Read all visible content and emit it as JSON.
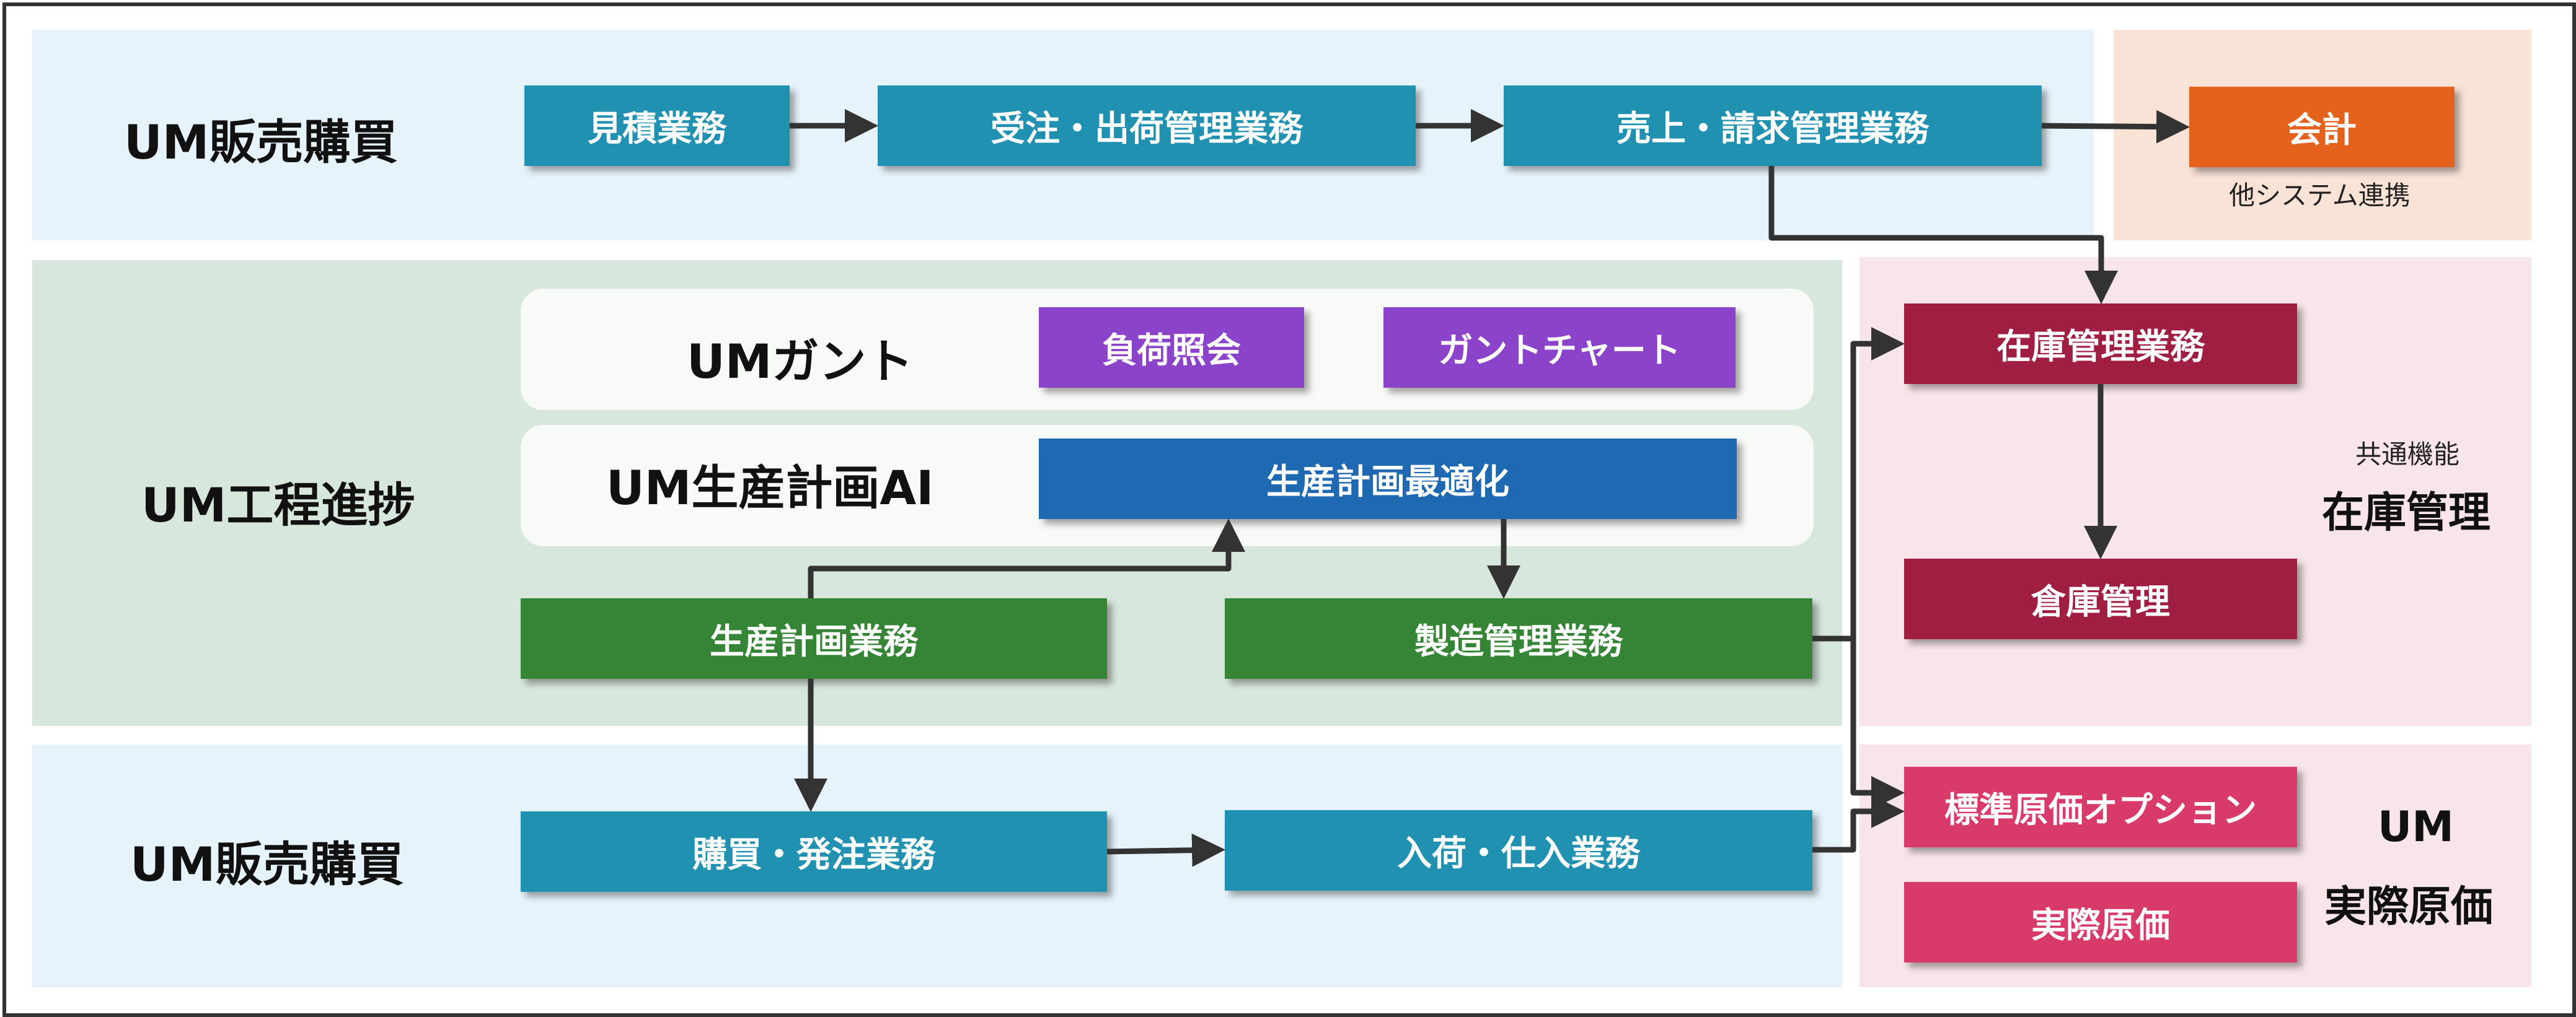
{
  "colors": {
    "sales_bg": "#e7f3fb",
    "process_bg": "#d8e7dc",
    "accounting_bg": "#f9e2d6",
    "inventory_bg": "#f8e5ea",
    "teal": "#2191b1",
    "orange": "#e5621c",
    "purple": "#8b44c9",
    "blue": "#1f68b2",
    "green": "#368536",
    "maroon": "#a11e43",
    "pink": "#d83a6a",
    "arrow": "#333333"
  },
  "sections": {
    "sales_top": "UM販売購買",
    "process": "UM工程進捗",
    "sales_bottom": "UM販売購買",
    "inventory_small": "共通機能",
    "inventory_title": "在庫管理",
    "cost_line1": "UM",
    "cost_line2": "実際原価",
    "accounting_caption": "他システム連携"
  },
  "panels": {
    "gantt": "UMガント",
    "ai": "UM生産計画AI"
  },
  "boxes": {
    "estimate": "見積業務",
    "order_shipping": "受注・出荷管理業務",
    "sales_billing": "売上・請求管理業務",
    "accounting": "会計",
    "load_inquiry": "負荷照会",
    "gantt_chart": "ガントチャート",
    "plan_optimization": "生産計画最適化",
    "production_plan": "生産計画業務",
    "manufacturing": "製造管理業務",
    "purchasing": "購買・発注業務",
    "receiving": "入荷・仕入業務",
    "inventory_mgmt": "在庫管理業務",
    "warehouse": "倉庫管理",
    "standard_cost": "標準原価オプション",
    "actual_cost": "実際原価"
  }
}
